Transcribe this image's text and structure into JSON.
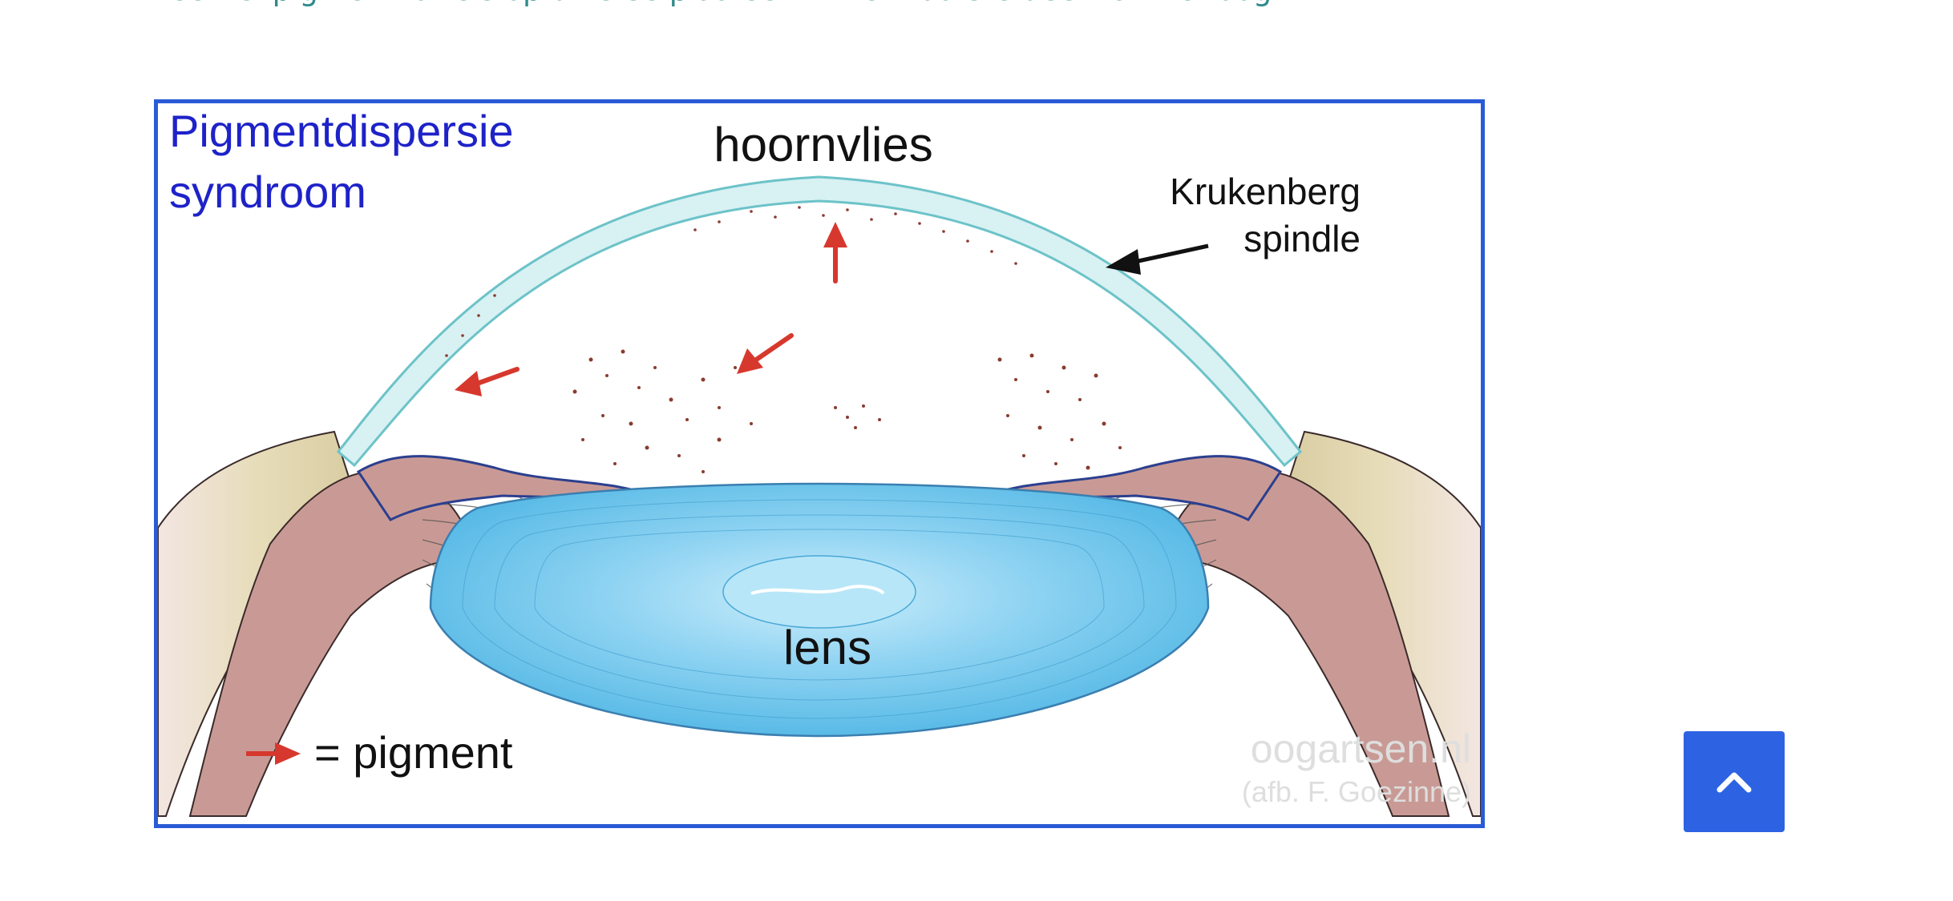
{
  "page": {
    "caption": "leentel pigmentkorrels op diverse plaatsen in het voorste deel van het oog"
  },
  "figure": {
    "title_line1": "Pigmentdispersie",
    "title_line2": "syndroom",
    "label_cornea": "hoornvlies",
    "label_krukenberg_line1": "Krukenberg",
    "label_krukenberg_line2": "spindle",
    "label_lens": "lens",
    "legend_text": "= pigment",
    "watermark_site": "oogartsen.nl",
    "watermark_credit": "(afb. F. Goezinne)",
    "colors": {
      "border": "#2a5bd7",
      "title": "#1e22c8",
      "arrow_red": "#d7382e",
      "lens_fill": "#6fc4ea",
      "cornea_fill": "#d8f1f3",
      "iris_fill": "#c99a95",
      "pigment": "#8a3b2f"
    }
  },
  "scroll_top": {
    "icon": "chevron-up-icon",
    "color": "#2d63e3"
  }
}
